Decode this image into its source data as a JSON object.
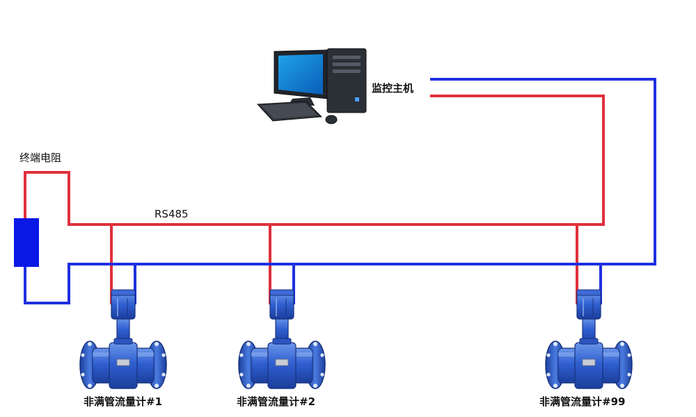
{
  "labels": {
    "host": "监控主机",
    "terminator": "终端电阻",
    "bus": "RS485",
    "meters": [
      "非满管流量计#1",
      "非满管流量计#2",
      "非满管流量计#99"
    ]
  },
  "colors": {
    "red_wire": "#e0303c",
    "blue_wire": "#1f2fe0",
    "terminator_fill": "#0a18e6",
    "meter_body": "#2f5fd0",
    "meter_dark": "#1c3e9c",
    "meter_light": "#6b96ea"
  }
}
